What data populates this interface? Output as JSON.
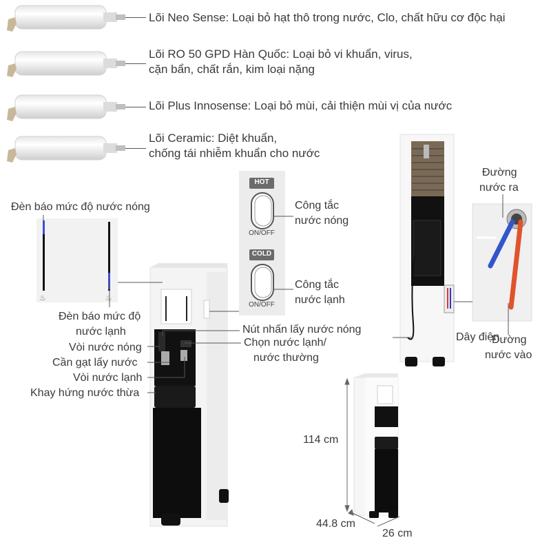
{
  "filters": [
    {
      "label": "Lõi Neo Sense: Loại bỏ hạt thô trong nước, Clo, chất hữu cơ độc hại"
    },
    {
      "label": "Lõi RO 50 GPD Hàn Quốc: Loại bỏ vi khuẩn, virus,",
      "label2": "cặn bẩn, chất rắn, kim loại nặng"
    },
    {
      "label": "Lõi Plus Innosense: Loại bỏ mùi, cải thiện mùi vị của nước"
    },
    {
      "label": "Lõi Ceramic: Diệt khuẩn,",
      "label2": "chống tái nhiễm khuẩn cho nước"
    }
  ],
  "front": {
    "hot_indicator": "Đèn báo mức độ nước nóng",
    "cold_indicator_1": "Đèn báo mức độ",
    "cold_indicator_2": "nước lạnh",
    "hot_tap": "Vòi nước nóng",
    "lever": "Cần  gạt lấy nước",
    "cold_tap": "Vòi nước lạnh",
    "drip_tray": "Khay hứng nước thừa",
    "hot_button": "Nút nhấn lấy nước nóng",
    "cold_select_1": "Chọn nước lạnh/",
    "cold_select_2": "nước thường"
  },
  "switches": {
    "hot_badge": "HOT",
    "hot_onoff": "ON/OFF",
    "hot_label_1": "Công tắc",
    "hot_label_2": "nước nóng",
    "cold_badge": "COLD",
    "cold_onoff": "ON/OFF",
    "cold_label_1": "Công tắc",
    "cold_label_2": "nước lạnh"
  },
  "back": {
    "water_out_1": "Đường",
    "water_out_2": "nước ra",
    "power_cord": "Dây điện",
    "water_in_1": "Đường",
    "water_in_2": "nước vào"
  },
  "dimensions": {
    "height": "114 cm",
    "depth": "44.8 cm",
    "width": "26 cm"
  }
}
